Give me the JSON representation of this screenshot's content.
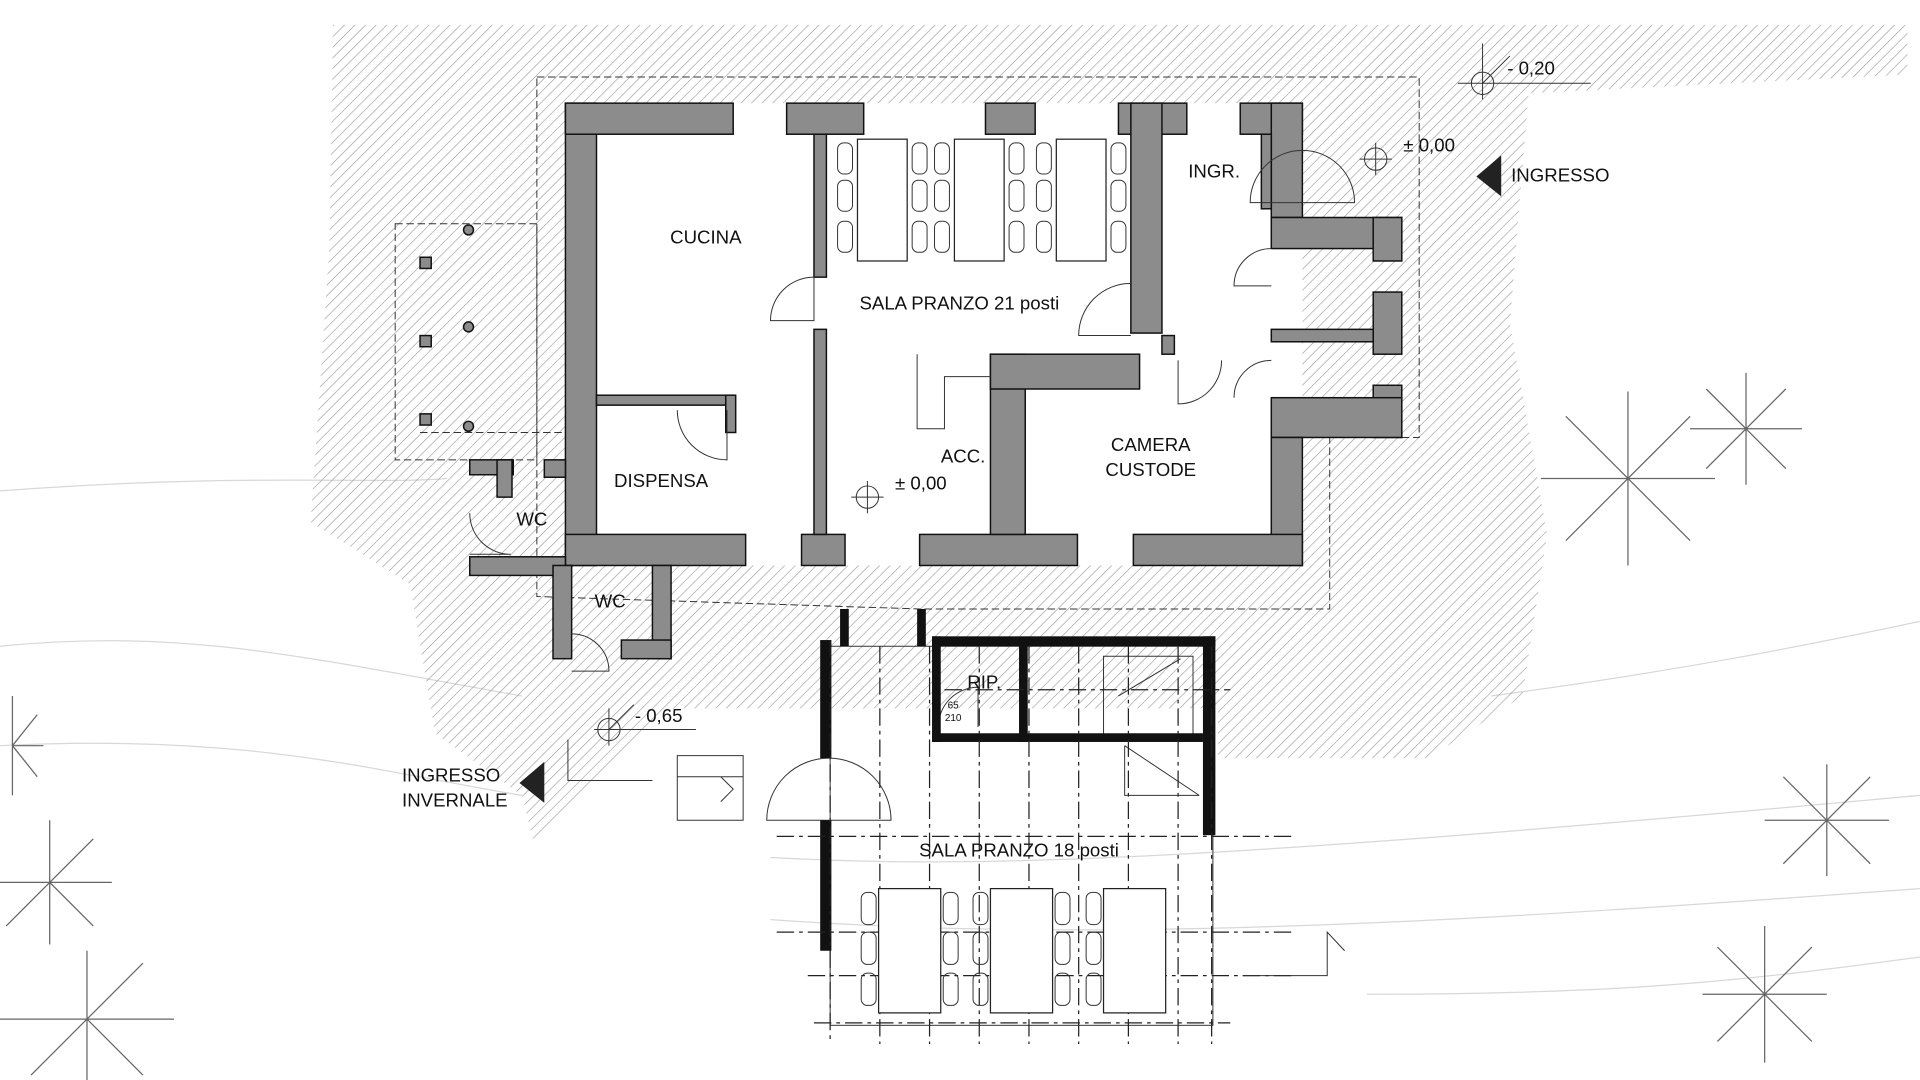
{
  "plan": {
    "rooms": {
      "cucina": "CUCINA",
      "sala_pranzo_21": "SALA PRANZO 21 posti",
      "ingr": "INGR.",
      "dispensa": "DISPENSA",
      "acc": "ACC.",
      "camera_line1": "CAMERA",
      "camera_line2": "CUSTODE",
      "wc1": "WC",
      "wc2": "WC",
      "rip": "RIP.",
      "sala_pranzo_18": "SALA PRANZO 18 posti"
    },
    "door_size": {
      "width": "65",
      "height": "210"
    },
    "levels": {
      "interior": "± 0,00",
      "entrance": "± 0,00",
      "top": "- 0,20",
      "winter": "- 0,65"
    },
    "entrances": {
      "main": "INGRESSO",
      "winter_line1": "INGRESSO",
      "winter_line2": "INVERNALE"
    },
    "colors": {
      "wall": "#8c8c8c",
      "hatch": "#9a9a9a",
      "line": "#111111"
    }
  }
}
